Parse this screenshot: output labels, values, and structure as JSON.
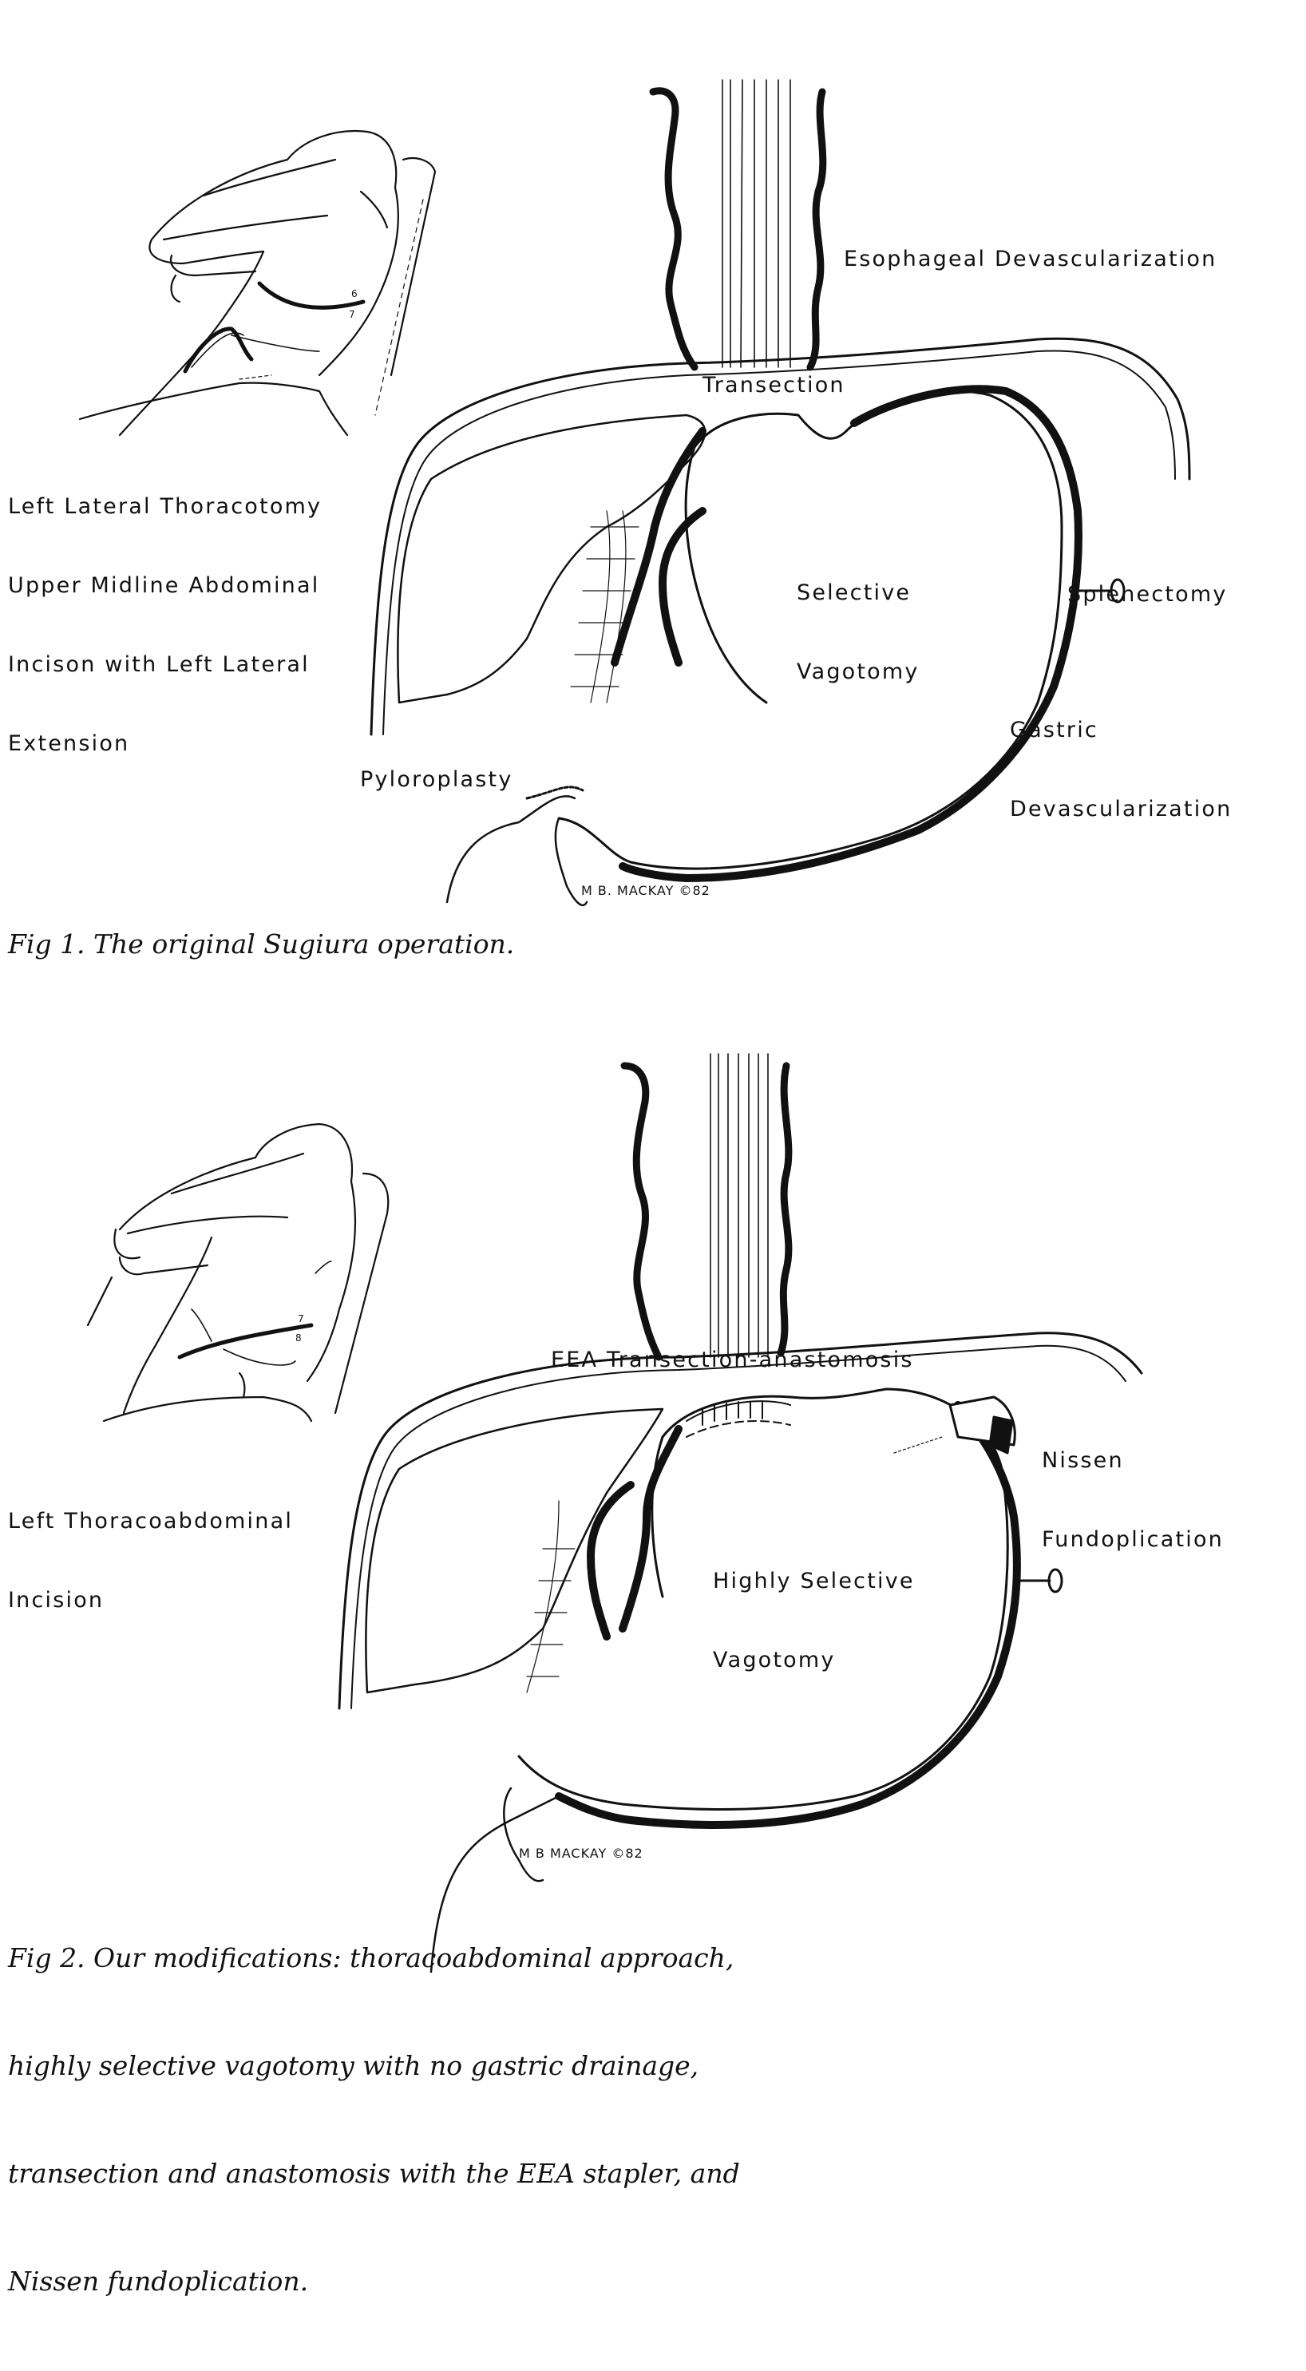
{
  "figures": [
    {
      "id": "fig1",
      "position_label": {
        "lines": [
          "Left Lateral Thoracotomy",
          "Upper Midline Abdominal",
          "Incison with Left Lateral",
          "Extension"
        ]
      },
      "rib_numbers": [
        "6",
        "7"
      ],
      "labels": {
        "esophageal": "Esophageal Devascularization",
        "transection": "Transection",
        "vagotomy": [
          "Selective",
          "Vagotomy"
        ],
        "splenectomy": "Splenectomy",
        "gastric": [
          "Gastric",
          "Devascularization"
        ],
        "pyloroplasty": "Pyloroplasty"
      },
      "signature": "M B. MACKAY ©82",
      "caption": "Fig 1. The original Sugiura operation."
    },
    {
      "id": "fig2",
      "position_label": {
        "lines": [
          "Left Thoracoabdominal",
          "Incision"
        ]
      },
      "rib_numbers": [
        "7",
        "8"
      ],
      "labels": {
        "eea": "EEA Transection-anastomosis",
        "nissen": [
          "Nissen",
          "Fundoplication"
        ],
        "vagotomy": [
          "Highly Selective",
          "Vagotomy"
        ]
      },
      "signature": "M B MACKAY ©82",
      "caption": [
        "Fig 2. Our modifications: thoracoabdominal approach,",
        "highly selective vagotomy with no gastric drainage,",
        "transection and anastomosis with the EEA stapler, and",
        "Nissen fundoplication."
      ]
    }
  ]
}
